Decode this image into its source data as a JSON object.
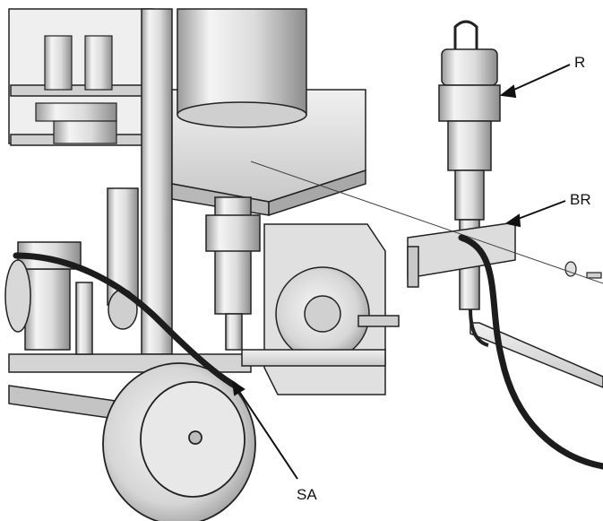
{
  "callouts": {
    "r": "R",
    "br": "BR",
    "sa": "SA"
  },
  "colors": {
    "metal": "#e6e6e6",
    "metal_dark": "#bdbdbd",
    "shadow": "#8a8a8a",
    "hose": "#1c1c1c",
    "outline": "#222222"
  }
}
